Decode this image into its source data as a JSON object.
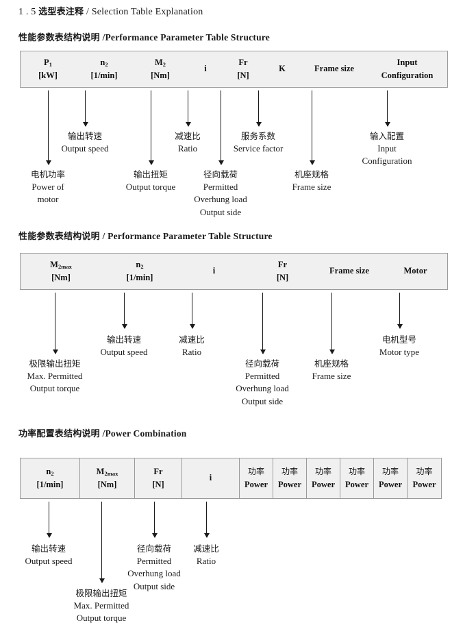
{
  "section": {
    "number": "1 . 5",
    "title_cn": "选型表注释",
    "separator": "/",
    "title_en": "Selection Table Explanation"
  },
  "blocks": [
    {
      "heading_cn": "性能参数表结构说明",
      "heading_sep": "/",
      "heading_en": "Performance Parameter Table Structure",
      "columns": [
        {
          "sym": "P",
          "sub": "1",
          "unit": "[kW]"
        },
        {
          "sym": "n",
          "sub": "2",
          "unit": "[1/min]"
        },
        {
          "sym": "M",
          "sub": "2",
          "unit": "[Nm]"
        },
        {
          "sym": "i",
          "sub": "",
          "unit": ""
        },
        {
          "sym": "Fr",
          "sub": "",
          "unit": "[N]"
        },
        {
          "sym": "K",
          "sub": "",
          "unit": ""
        },
        {
          "sym": "Frame size",
          "sub": "",
          "unit": ""
        },
        {
          "sym": "Input",
          "sub": "",
          "unit": "Configuration"
        }
      ],
      "callouts": [
        {
          "cn": "电机功率",
          "en": [
            "Power of",
            "motor"
          ]
        },
        {
          "cn": "输出转速",
          "en": [
            "Output speed"
          ]
        },
        {
          "cn": "输出扭矩",
          "en": [
            "Output torque"
          ]
        },
        {
          "cn": "减速比",
          "en": [
            "Ratio"
          ]
        },
        {
          "cn": "径向载荷",
          "en": [
            "Permitted",
            "Overhung load",
            "Output side"
          ]
        },
        {
          "cn": "服务系数",
          "en": [
            "Service factor"
          ]
        },
        {
          "cn": "机座规格",
          "en": [
            "Frame size"
          ]
        },
        {
          "cn": "输入配置",
          "en": [
            "Input",
            "Configuration"
          ]
        }
      ]
    },
    {
      "heading_cn": "性能参数表结构说明",
      "heading_sep": "/",
      "heading_en": "Performance Parameter Table Structure",
      "columns": [
        {
          "sym": "M",
          "sub": "2max",
          "unit": "[Nm]"
        },
        {
          "sym": "n",
          "sub": "2",
          "unit": "[1/min]"
        },
        {
          "sym": "i",
          "sub": "",
          "unit": ""
        },
        {
          "sym": "Fr",
          "sub": "",
          "unit": "[N]"
        },
        {
          "sym": "Frame size",
          "sub": "",
          "unit": ""
        },
        {
          "sym": "Motor",
          "sub": "",
          "unit": ""
        }
      ],
      "callouts": [
        {
          "cn": "极限输出扭矩",
          "en": [
            "Max. Permitted",
            "Output  torque"
          ]
        },
        {
          "cn": "输出转速",
          "en": [
            "Output speed"
          ]
        },
        {
          "cn": "减速比",
          "en": [
            "Ratio"
          ]
        },
        {
          "cn": "径向载荷",
          "en": [
            "Permitted",
            "Overhung load",
            "Output side"
          ]
        },
        {
          "cn": "机座规格",
          "en": [
            "Frame size"
          ]
        },
        {
          "cn": "电机型号",
          "en": [
            "Motor type"
          ]
        }
      ]
    },
    {
      "heading_cn": "功率配置表结构说明",
      "heading_sep": "/",
      "heading_en": "Power Combination",
      "columns": [
        {
          "sym": "n",
          "sub": "2",
          "unit": "[1/min]"
        },
        {
          "sym": "M",
          "sub": "2max",
          "unit": "[Nm]"
        },
        {
          "sym": "Fr",
          "sub": "",
          "unit": "[N]"
        },
        {
          "sym": "i",
          "sub": "",
          "unit": ""
        },
        {
          "sym": "功率",
          "sub": "",
          "unit": "Power"
        },
        {
          "sym": "功率",
          "sub": "",
          "unit": "Power"
        },
        {
          "sym": "功率",
          "sub": "",
          "unit": "Power"
        },
        {
          "sym": "功率",
          "sub": "",
          "unit": "Power"
        },
        {
          "sym": "功率",
          "sub": "",
          "unit": "Power"
        },
        {
          "sym": "功率",
          "sub": "",
          "unit": "Power"
        }
      ],
      "callouts": [
        {
          "cn": "输出转速",
          "en": [
            "Output speed"
          ]
        },
        {
          "cn": "极限输出扭矩",
          "en": [
            "Max. Permitted",
            "Output   torque"
          ]
        },
        {
          "cn": "径向载荷",
          "en": [
            "Permitted",
            "Overhung load",
            "Output side"
          ]
        },
        {
          "cn": "减速比",
          "en": [
            "Ratio"
          ]
        }
      ]
    }
  ]
}
